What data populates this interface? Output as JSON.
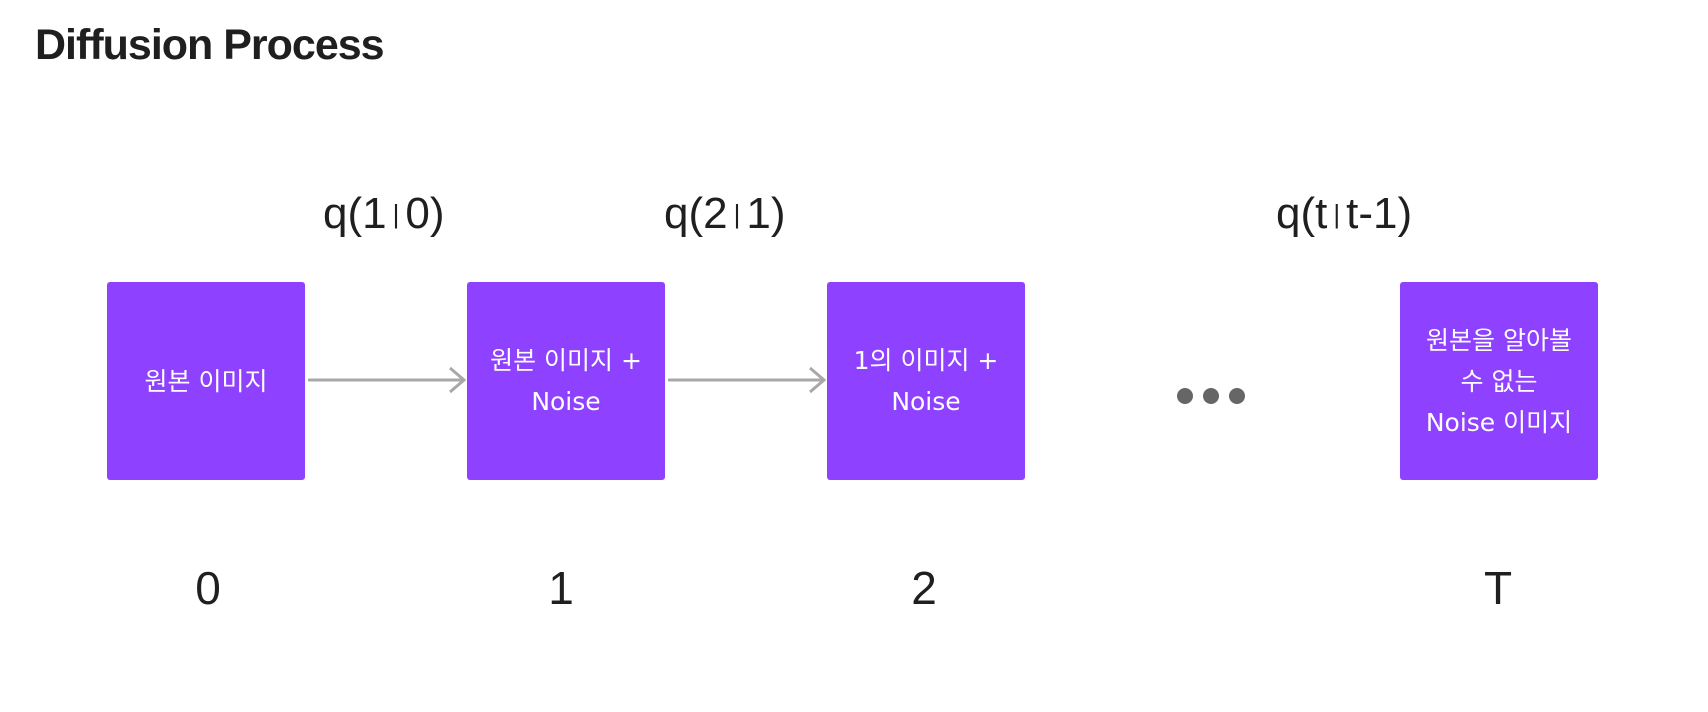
{
  "title": "Diffusion Process",
  "nodes": [
    {
      "label": "원본 이미지"
    },
    {
      "label": "원본 이미지 +\nNoise"
    },
    {
      "label": "1의 이미지 +\nNoise"
    },
    {
      "label": "원본을 알아볼\n수 없는\nNoise 이미지"
    }
  ],
  "transitions": [
    {
      "left": "q(1",
      "sep": "|",
      "right": "0)"
    },
    {
      "left": "q(2",
      "sep": "|",
      "right": "1)"
    },
    {
      "left": "q(t",
      "sep": "|",
      "right": "t-1)"
    }
  ],
  "steps": [
    "0",
    "1",
    "2",
    "T"
  ],
  "colors": {
    "node_fill": "#8e41ff",
    "arrow": "#a8a8a8",
    "ellipsis_dots": "#666666",
    "text": "#1f1f1f"
  },
  "icons": {
    "arrow": "right-arrow-icon",
    "ellipsis": "ellipsis-icon"
  }
}
